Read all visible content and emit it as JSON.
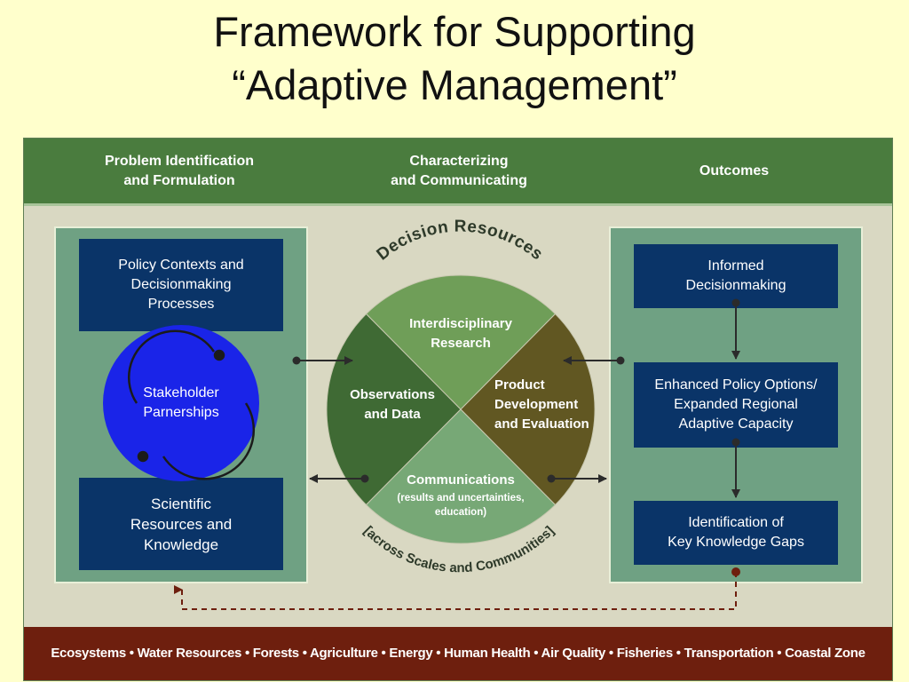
{
  "title": {
    "line1": "Framework for Supporting",
    "line2": "“Adaptive Management”"
  },
  "columns": {
    "left": [
      "Problem Identification",
      "and Formulation"
    ],
    "middle": [
      "Characterizing",
      "and Communicating"
    ],
    "right": [
      "Outcomes"
    ]
  },
  "left_panel": {
    "policy": [
      "Policy Contexts and",
      "Decisionmaking",
      "Processes"
    ],
    "stakeholder": [
      "Stakeholder",
      "Parnerships"
    ],
    "scientific": [
      "Scientific",
      "Resources and",
      "Knowledge"
    ]
  },
  "circle": {
    "arc_top": "Decision Resources",
    "arc_bottom": "[across Scales and Communities]",
    "top": [
      "Interdisciplinary",
      "Research"
    ],
    "left": [
      "Observations",
      "and Data"
    ],
    "right": [
      "Product",
      "Development",
      "and Evaluation"
    ],
    "bottom_main": "Communications",
    "bottom_sub": [
      "(results and uncertainties,",
      "education)"
    ]
  },
  "right_panel": {
    "informed": [
      "Informed",
      "Decisionmaking"
    ],
    "enhanced": [
      "Enhanced Policy Options/",
      "Expanded Regional",
      "Adaptive Capacity"
    ],
    "gaps": [
      "Identification of",
      "Key Knowledge Gaps"
    ]
  },
  "footer": "Ecosystems • Water Resources • Forests • Agriculture • Energy • Human Health • Air Quality • Fisheries • Transportation • Coastal Zone",
  "colors": {
    "background": "#ffffcc",
    "band_green": "#4a7c3e",
    "panel_green": "#6fa183",
    "navy": "#0a3468",
    "stakeholder_blue": "#1a24e8",
    "footer_brown": "#6e1f0e",
    "quad_top": "#6f9e58",
    "quad_left": "#3f6a34",
    "quad_right": "#615722",
    "quad_bottom": "#77a876"
  }
}
